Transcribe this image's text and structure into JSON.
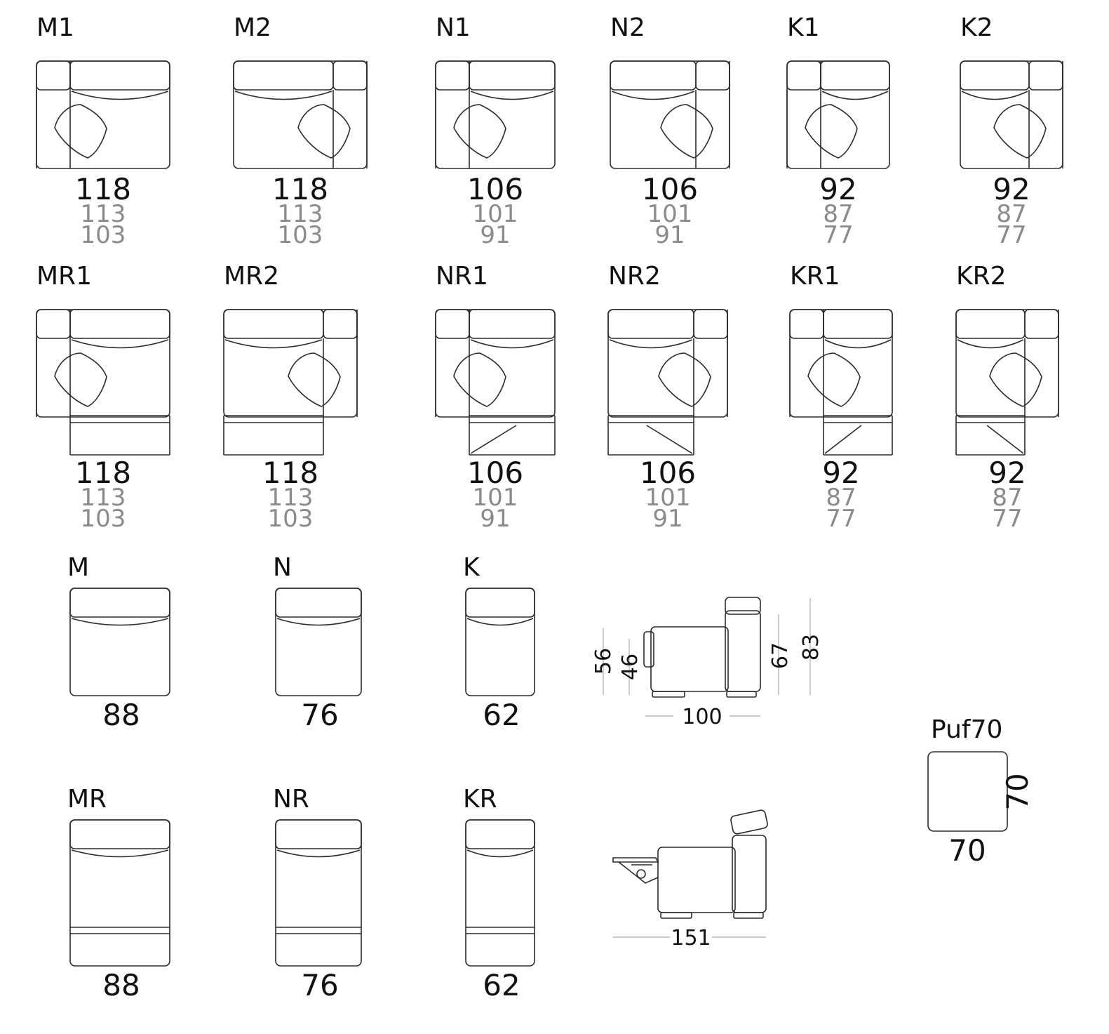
{
  "modules": [
    {
      "label": "M1",
      "dims": [
        "118",
        "113",
        "103"
      ]
    },
    {
      "label": "M2",
      "dims": [
        "118",
        "113",
        "103"
      ]
    },
    {
      "label": "N1",
      "dims": [
        "106",
        "101",
        "91"
      ]
    },
    {
      "label": "N2",
      "dims": [
        "106",
        "101",
        "91"
      ]
    },
    {
      "label": "K1",
      "dims": [
        "92",
        "87",
        "77"
      ]
    },
    {
      "label": "K2",
      "dims": [
        "92",
        "87",
        "77"
      ]
    },
    {
      "label": "MR1",
      "dims": [
        "118",
        "113",
        "103"
      ]
    },
    {
      "label": "MR2",
      "dims": [
        "118",
        "113",
        "103"
      ]
    },
    {
      "label": "NR1",
      "dims": [
        "106",
        "101",
        "91"
      ]
    },
    {
      "label": "NR2",
      "dims": [
        "106",
        "101",
        "91"
      ]
    },
    {
      "label": "KR1",
      "dims": [
        "92",
        "87",
        "77"
      ]
    },
    {
      "label": "KR2",
      "dims": [
        "92",
        "87",
        "77"
      ]
    },
    {
      "label": "M",
      "dims": [
        "88"
      ]
    },
    {
      "label": "N",
      "dims": [
        "76"
      ]
    },
    {
      "label": "K",
      "dims": [
        "62"
      ]
    },
    {
      "label": "MR",
      "dims": [
        "88"
      ]
    },
    {
      "label": "NR",
      "dims": [
        "76"
      ]
    },
    {
      "label": "KR",
      "dims": [
        "62"
      ]
    }
  ],
  "side_view": {
    "seat_height": "56",
    "seat_depth_height": "46",
    "back_height": "67",
    "total_height": "83",
    "depth": "100"
  },
  "recline_view": {
    "extended_depth": "151"
  },
  "pouf": {
    "label": "Puf70",
    "width": "70",
    "depth": "70"
  }
}
